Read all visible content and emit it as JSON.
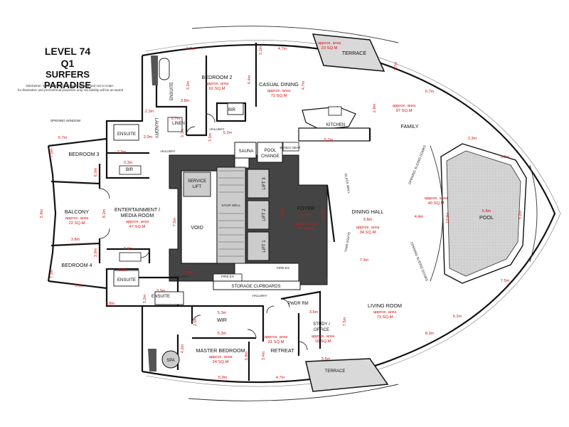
{
  "header": {
    "line1": "LEVEL 74",
    "line2": "Q1",
    "line3": "SURFERS PARADISE",
    "disclaimer1": "Disclaimer: Measurements are approximate and not to scale -",
    "disclaimer2": "for illustrative and promotional purposes only. No liability will be accepted"
  },
  "rooms": {
    "bedroom2": "BEDROOM 2",
    "casual_dining": "CASUAL DINING",
    "terrace_top": "TERRACE",
    "ensuite_top": "ENSUITE",
    "laundry": "LAUNDRY",
    "linen": "LINEN",
    "ensuite_left": "ENSUITE",
    "bedroom3": "BEDROOM 3",
    "bir_left": "BIR",
    "bir_top": "BIR",
    "kitchen": "KITCHEN",
    "family": "FAMILY",
    "sauna": "SAUNA",
    "pool_change_1": "POOL",
    "pool_change_2": "CHANGE",
    "bench_seat": "BENCH SEAT",
    "service_lift_1": "SERVICE",
    "service_lift_2": "LIFT",
    "stairwell": "STAIR WELL",
    "void": "VOID",
    "lift3": "LIFT 3",
    "lift2": "LIFT 2",
    "lift1": "LIFT 1",
    "foyer": "FOYER",
    "dining_hall": "DINING HALL",
    "pool": "POOL",
    "balcony": "BALCONY",
    "entertainment_1": "ENTERTAINMENT /",
    "entertainment_2": "MEDIA ROOM",
    "bedroom4": "BEDROOM 4",
    "ensuite_low": "ENSUITE",
    "ensuite_mid": "ENSUITE",
    "fire_ex_left": "FIRE EX",
    "fire_ex_right": "FIRE EX",
    "storage": "STORAGE CUPBOARDS",
    "wir": "WIR",
    "pwdr_rm": "PWDR RM",
    "study_1": "STUDY /",
    "study_2": "OFFICE",
    "retreat": "RETREAT",
    "living_room": "LIVING ROOM",
    "spa": "SPA",
    "master_bedroom": "MASTER BEDROOM",
    "terrace_bottom": "TERRACE",
    "opening_window": "OPENING WINDOW",
    "hallway_1": "HALLWAY",
    "hallway_2": "HALLWAY",
    "hallway_3": "HALLWAY",
    "hallway_4": "HALLWAY",
    "glass_wall_1": "GLASS WALL",
    "glass_wall_2": "GLASS WALL",
    "sliding_doors_1": "OPENING SLIDING DOORS",
    "sliding_doors_2": "OPENING SLIDING DOORS"
  },
  "areas": {
    "approx": "approx. area",
    "bedroom2": "62 SQ.M",
    "casual_dining": "71 SQ.M",
    "terrace_top": "23 SQ.M",
    "family": "97 SQ.M",
    "foyer": "33 SQ.M",
    "dining_hall": "34 SQ.M",
    "pool": "40 SQ.M",
    "balcony": "22 SQ.M",
    "entertainment": "47 SQ.M",
    "living_room": "73 SQ.M",
    "retreat": "31 SQ.M",
    "study": "16 SQ.M",
    "master_bedroom": "24 SQ.M"
  },
  "dims": {
    "d01": "6.7m",
    "d02": "4.7m",
    "d03": "3.1m",
    "d04": "7.7m",
    "d05": "6.7m",
    "d06": "4.7m",
    "d07": "3.2m",
    "d08": "5.4m",
    "d09": "3.8m",
    "d10": "2.8m",
    "d11": "2.3m",
    "d12": "2.7m",
    "d13": "5.7m",
    "d14": "3.1m",
    "d15": "5.2m",
    "d16": "3.5m",
    "d17": "2.3m",
    "d18": "2.0m",
    "d19": "7.5m",
    "d20": "5.7m",
    "d21": "3.3m",
    "d22": "6.0m",
    "d23": "2.3m",
    "d24": "3.3m",
    "d25": "5.8m",
    "d26": "4.4m",
    "d27": "13.9m",
    "d28": "5.2m",
    "d29": "8.3m",
    "d30": "5.8m",
    "d31": "7.5m",
    "d32": "9.8m",
    "d33": "8.1m",
    "d34": "7.3m",
    "d35": "5.8m",
    "d36": "3.8m",
    "d37": "8.2m",
    "d38": "3.9m",
    "d39": "3.9m",
    "d40": "7.1m",
    "d41": "4.8m",
    "d42": "2.8m",
    "d43": "3.2m",
    "d44": "3.3m",
    "d45": "3.5m",
    "d46": "3.8m",
    "d47": "5.3m",
    "d48": "5.3m",
    "d49": "2.0m",
    "d50": "3.6m",
    "d51": "4.2m",
    "d52": "5.9m",
    "d53": "4.7m",
    "d54": "3.6m",
    "d55": "7.5m",
    "d56": "5.8m",
    "d57": "8.3m",
    "d58": "5.2m",
    "d59": "3.4m",
    "d60": "7.5m"
  },
  "colors": {
    "wall": "#111111",
    "dimension": "#dd1111",
    "pool_fill": "#cfcfcf",
    "core_fill": "#cccccc",
    "terrace_fill": "#dddddd"
  }
}
